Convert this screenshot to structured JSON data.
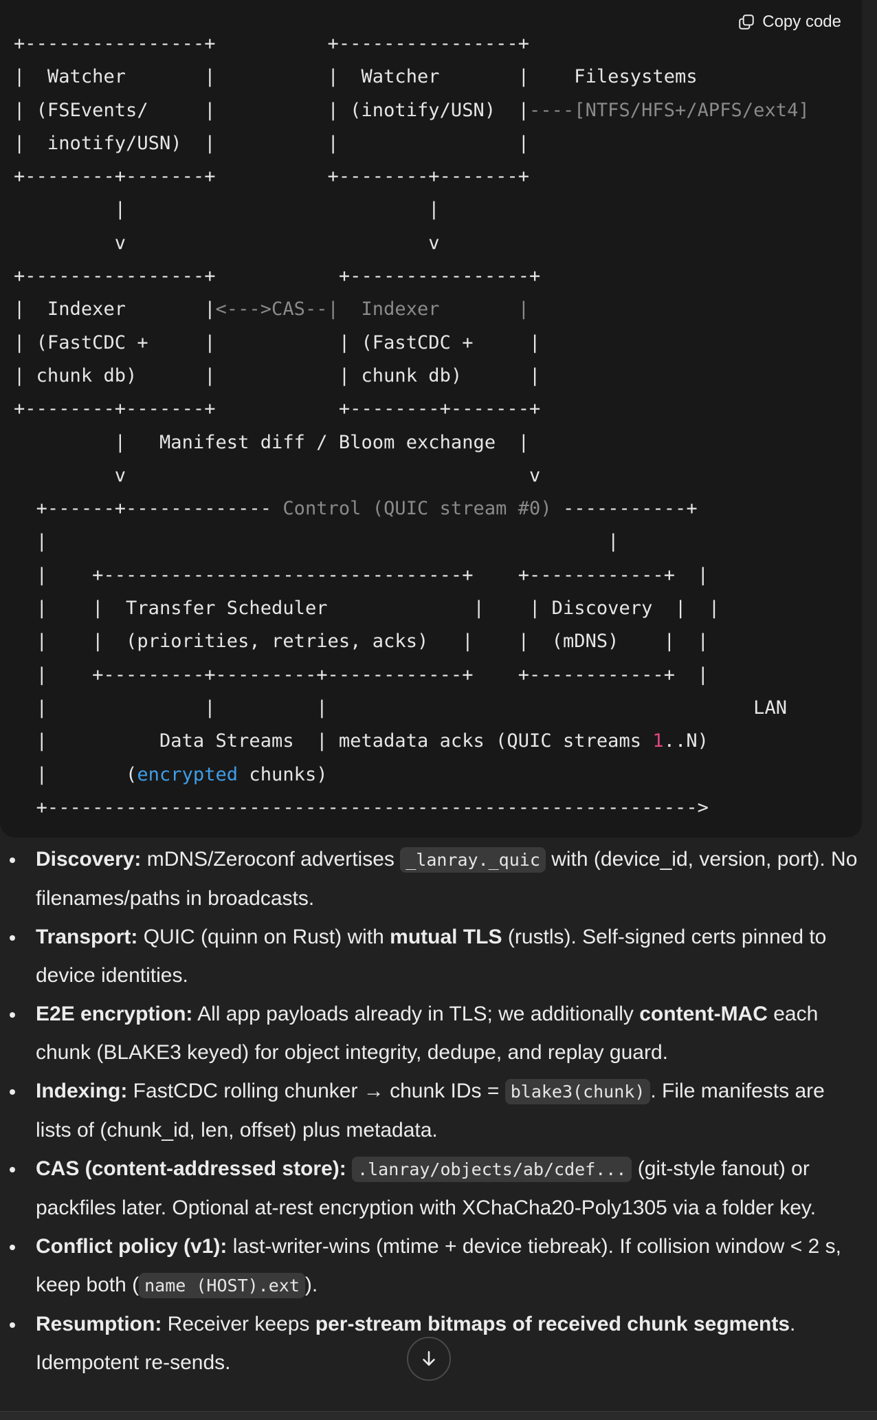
{
  "toolbar": {
    "copy_label": "Copy code"
  },
  "diagram": {
    "l1": "+----------------+          +----------------+",
    "l2": "|  Watcher       |          |  Watcher       |    Filesystems",
    "l3a": "| (FSEvents/     |          | (inotify/USN)  |",
    "l3b": "----[NTFS/HFS+/APFS/ext4]",
    "l4": "|  inotify/USN)  |          |                |",
    "l5": "+--------+-------+          +--------+-------+",
    "l6": "         |                           |",
    "l7": "         v                           v",
    "l8": "+----------------+           +----------------+",
    "l9a": "|  Indexer       |",
    "l9b": "<--->CAS--|",
    "l9c": "  Indexer       |",
    "l10": "| (FastCDC +     |           | (FastCDC +     |",
    "l11": "| chunk db)      |           | chunk db)      |",
    "l12": "+--------+-------+           +--------+-------+",
    "l13": "         |   Manifest diff / Bloom exchange  |",
    "l14": "         v                                    v",
    "l15a": "  +------+-------------",
    "l15b": " Control (QUIC stream #0) ",
    "l15c": "-----------+",
    "l16": "  |                                                  |",
    "l17": "  |    +--------------------------------+    +------------+  |",
    "l18": "  |    |  Transfer Scheduler             |    | Discovery  |  |",
    "l19": "  |    |  (priorities, retries, acks)   |    |  (mDNS)    |  |",
    "l20": "  |    +---------+---------+------------+    +------------+  |",
    "l21a": "  |              |         |",
    "l21b": "                                      LAN",
    "l22a": "  |          Data Streams  | metadata acks (QUIC streams ",
    "l22b": "1",
    "l22c": "..N)",
    "l23a": "  |       (",
    "l23b": "encrypted",
    "l23c": " chunks)",
    "l24": "  +---------------------------------------------------------->"
  },
  "bullets": [
    {
      "label": "Discovery:",
      "t1": " mDNS/Zeroconf advertises ",
      "code": "_lanray._quic",
      "t2": " with (device_id, version, port). No filenames/paths in broadcasts."
    },
    {
      "label": "Transport:",
      "t1": " QUIC (quinn on Rust) with ",
      "bold": "mutual TLS",
      "t2": " (rustls). Self-signed certs pinned to device identities."
    },
    {
      "label": "E2E encryption:",
      "t1": " All app payloads already in TLS; we additionally ",
      "bold": "content-MAC",
      "t2": " each chunk (BLAKE3 keyed) for object integrity, dedupe, and replay guard."
    },
    {
      "label": "Indexing:",
      "t1": " FastCDC rolling chunker → chunk IDs = ",
      "code": "blake3(chunk)",
      "t2": ". File manifests are lists of (chunk_id, len, offset) plus metadata."
    },
    {
      "label": "CAS (content-addressed store):",
      "t1": " ",
      "code": ".lanray/objects/ab/cdef...",
      "t2": " (git-style fanout) or packfiles later. Optional at-rest encryption with XChaCha20-Poly1305 via a folder key."
    },
    {
      "label": "Conflict policy (v1):",
      "t1": " last-writer-wins (mtime + device tiebreak). If collision window < 2 s, keep both (",
      "code": "name (HOST).ext",
      "t2": ")."
    },
    {
      "label": "Resumption:",
      "t1": " Receiver keeps ",
      "bold": "per-stream bitmaps of received chunk segments",
      "t2": ". Idempotent re-sends."
    }
  ]
}
